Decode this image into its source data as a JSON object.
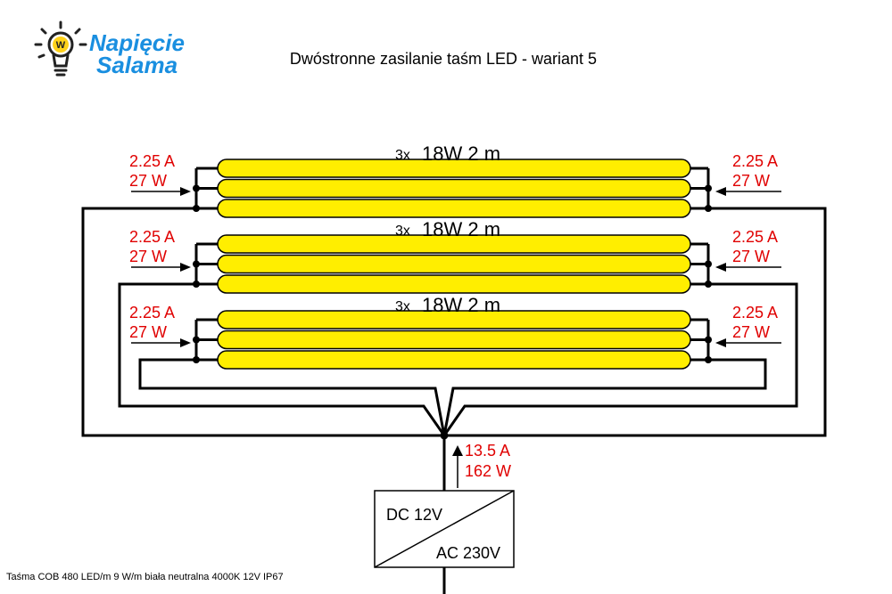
{
  "logo": {
    "line1": "Napięcie",
    "line2": "Salama",
    "badge": "W"
  },
  "title": "Dwóstronne zasilanie taśm LED - wariant 5",
  "groups": [
    {
      "count": "3x",
      "spec": "18W 2 m",
      "left": {
        "current": "2.25 A",
        "power": "27 W"
      },
      "right": {
        "current": "2.25 A",
        "power": "27 W"
      }
    },
    {
      "count": "3x",
      "spec": "18W 2 m",
      "left": {
        "current": "2.25 A",
        "power": "27 W"
      },
      "right": {
        "current": "2.25 A",
        "power": "27 W"
      }
    },
    {
      "count": "3x",
      "spec": "18W 2 m",
      "left": {
        "current": "2.25 A",
        "power": "27 W"
      },
      "right": {
        "current": "2.25 A",
        "power": "27 W"
      }
    }
  ],
  "total": {
    "current": "13.5 A",
    "power": "162 W"
  },
  "psu": {
    "output": "DC 12V",
    "input": "AC 230V"
  },
  "footnote": "Taśma COB 480 LED/m 9 W/m biała neutralna 4000K 12V IP67",
  "colors": {
    "strip": "#ffee00",
    "wire": "#000000",
    "label": "#e00000",
    "logo": "#1a8fe0"
  }
}
